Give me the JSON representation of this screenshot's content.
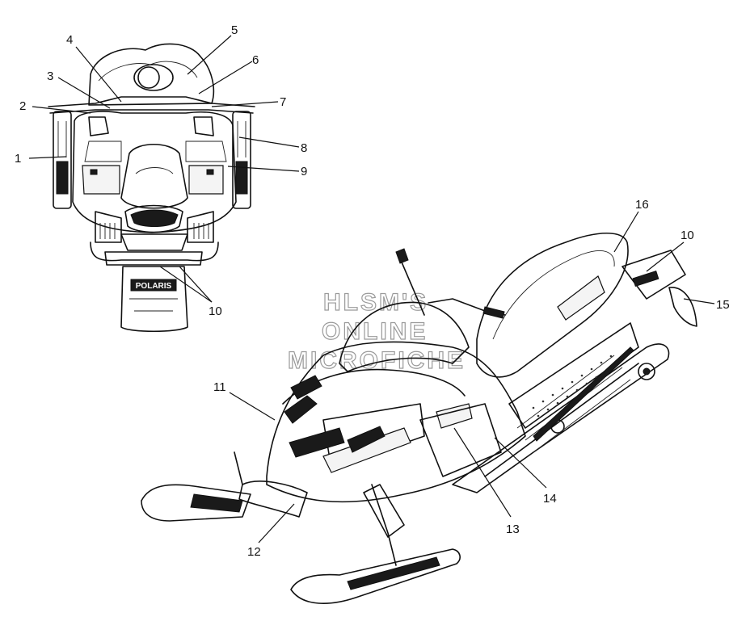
{
  "diagram": {
    "brand_text": "POLARIS",
    "watermark": [
      "HLSM'S",
      "ONLINE",
      "MICROFICHE"
    ],
    "callouts": [
      "1",
      "2",
      "3",
      "4",
      "5",
      "6",
      "7",
      "8",
      "9",
      "10",
      "10",
      "11",
      "12",
      "13",
      "14",
      "15",
      "16"
    ]
  }
}
